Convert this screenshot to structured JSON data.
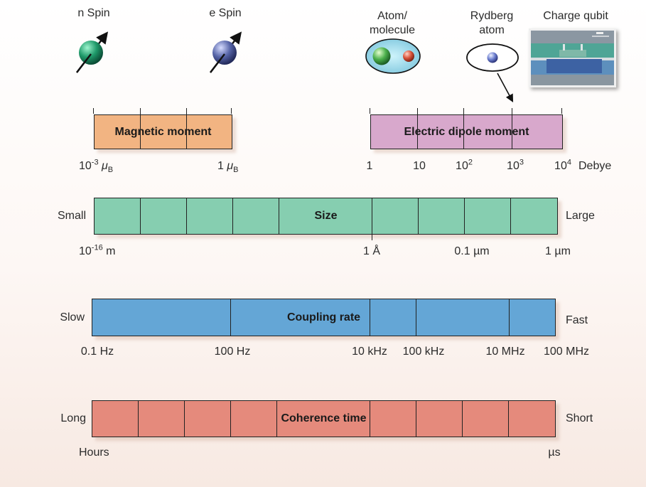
{
  "particles": {
    "n_spin": "n Spin",
    "e_spin": "e Spin",
    "atom_line1": "Atom/",
    "atom_line2": "molecule",
    "rydberg_line1": "Rydberg",
    "rydberg_line2": "atom",
    "charge_qubit": "Charge qubit"
  },
  "magnetic_moment": {
    "title": "Magnetic moment",
    "low_base": "10",
    "low_exp": "-3",
    "low_sym": "μ",
    "low_sub": "B",
    "high_base": "1",
    "high_sym": "μ",
    "high_sub": "B"
  },
  "electric_dipole": {
    "title": "Electric dipole moment",
    "ticks": [
      "1",
      "10",
      "10",
      "10",
      "10"
    ],
    "exps": [
      "",
      "",
      "2",
      "3",
      "4"
    ],
    "unit": "Debye"
  },
  "size": {
    "title": "Size",
    "left": "Small",
    "right": "Large",
    "ticks": [
      "10",
      "1 Å",
      "0.1 µm",
      "1 µm"
    ],
    "first_exp": "-16",
    "first_unit": "m"
  },
  "coupling": {
    "title": "Coupling rate",
    "left": "Slow",
    "right": "Fast",
    "ticks": [
      "0.1 Hz",
      "100 Hz",
      "10 kHz",
      "100 kHz",
      "10 MHz",
      "100 MHz"
    ]
  },
  "coherence": {
    "title": "Coherence time",
    "left": "Long",
    "right": "Short",
    "start": "Hours",
    "end": "µs"
  },
  "colors": {
    "magnetic": "#f2b482",
    "electric": "#d8a8cc",
    "size": "#86ceb0",
    "coupling": "#64a6d6",
    "coherence": "#e58a7c"
  }
}
